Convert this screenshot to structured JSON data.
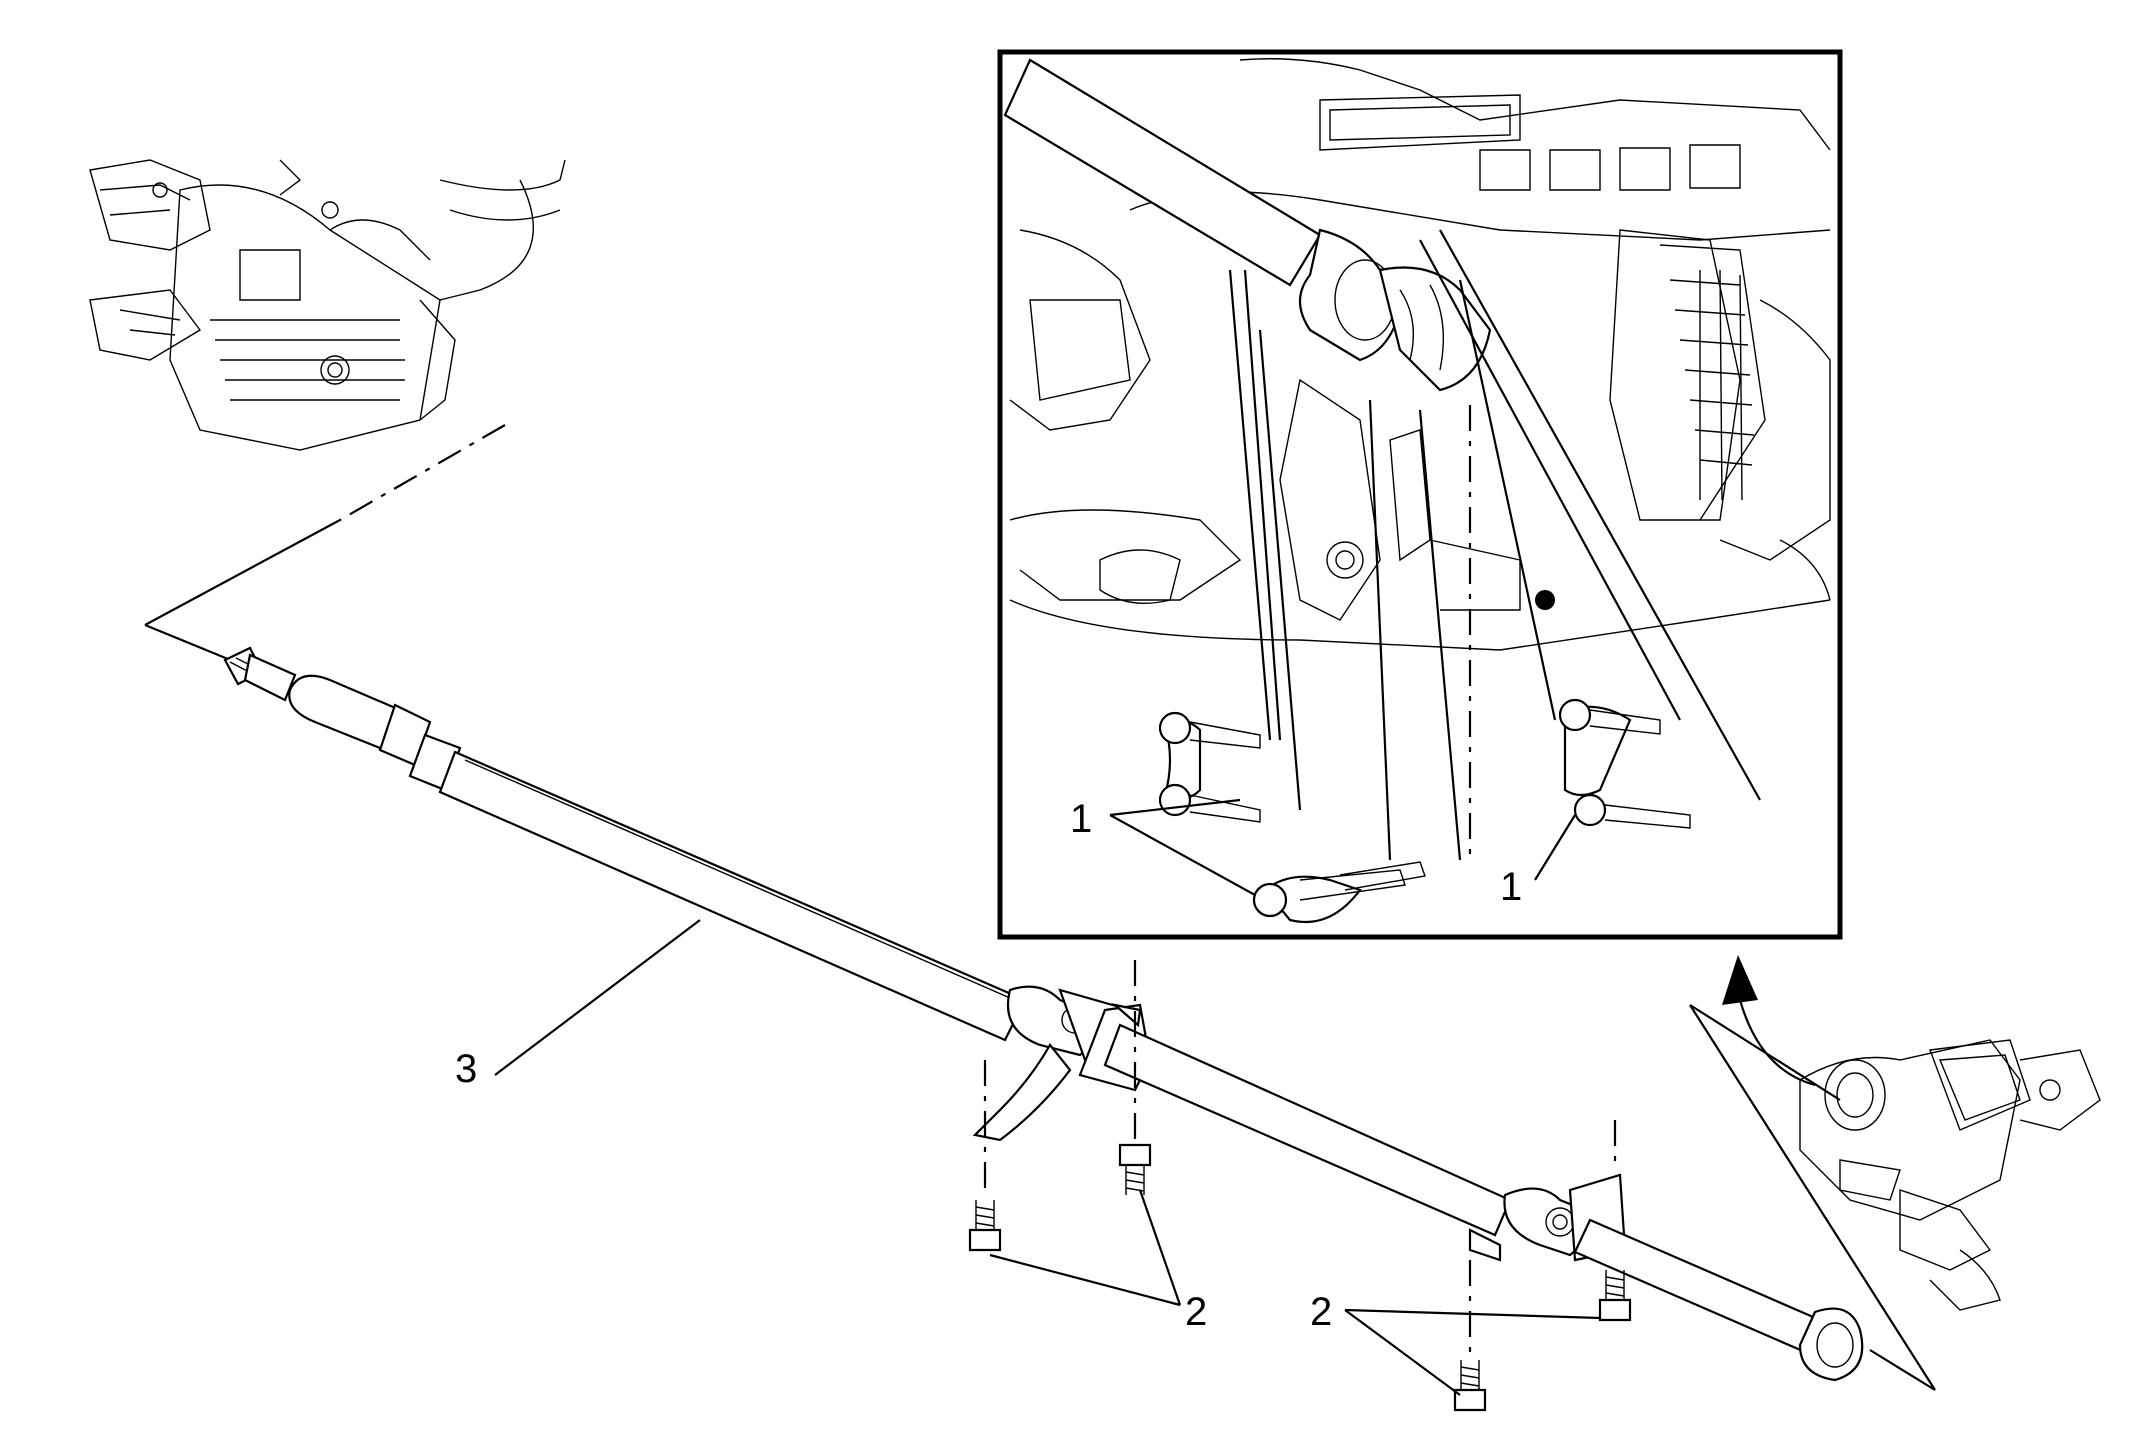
{
  "callouts": {
    "driveshaft": "3",
    "bolts_front_left": "2",
    "bolts_front_right": "2",
    "inset_bolts_left": "1",
    "inset_bolts_right": "1"
  },
  "colors": {
    "line": "#000000",
    "background": "#ffffff"
  },
  "icons": [
    "arrow-up-icon"
  ]
}
